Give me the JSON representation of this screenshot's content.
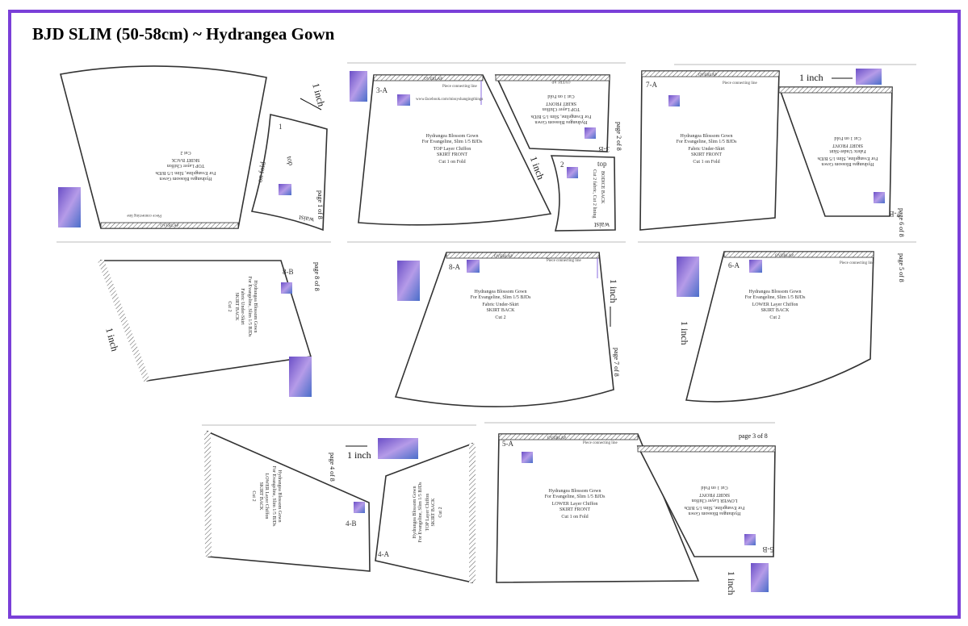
{
  "title": "BJD SLIM (50-58cm) ~ Hydrangea Gown",
  "common": {
    "gown": "Hydrangea Blossom Gown",
    "doll": "For Evangeline, Slim 1/5 BJDs",
    "overlap": "OVERLAP",
    "connect": "Piece connecting line",
    "inch": "1 inch",
    "fold": "on fold",
    "top": "top",
    "waist": "waist",
    "web": "www.facebook.com/missyshangingthings"
  },
  "pages": {
    "p1": "page 1 of 8",
    "p2": "page 2 of 8",
    "p3": "page 3 of 8",
    "p4": "page 4 of 8",
    "p5": "page 5 of 8",
    "p6": "page 6 of 8",
    "p7": "page 7 of 8",
    "p8": "page 8 of 8"
  },
  "pieces": {
    "a3": {
      "id": "3-A",
      "layer": "TOP Layer Chiffon",
      "part": "SKIRT FRONT",
      "cut": "Cut 1 on Fold"
    },
    "b3": {
      "id": "3-B",
      "layer": "TOP Layer Chiffon",
      "part": "SKIRT FRONT",
      "cut": "Cut 1 on Fold"
    },
    "p2": {
      "id": "2",
      "layer": "BODICE BACK",
      "cut": "Cut 2 fabric, Cut 2 lining"
    },
    "p1": {
      "id": "1",
      "layer": "TOP Layer Chiffon",
      "part": "SKIRT BACK",
      "cut": "Cut 2"
    },
    "a7": {
      "id": "7-A",
      "layer": "Fabric Under-Skirt",
      "part": "SKIRT FRONT",
      "cut": "Cut 1 on Fold"
    },
    "b7": {
      "id": "7-B",
      "layer": "Fabric Under-Skirt",
      "part": "SKIRT FRONT",
      "cut": "Cut 1 on Fold"
    },
    "a8": {
      "id": "8-B",
      "layer": "Fabric Under-Skirt",
      "part": "SKIRT BACK",
      "cut": "Cut 2"
    },
    "b8": {
      "id": "8-A",
      "layer": "Fabric Under-Skirt",
      "part": "SKIRT BACK",
      "cut": "Cut 2"
    },
    "a6": {
      "id": "6-A",
      "layer": "LOWER Layer Chiffon",
      "part": "SKIRT BACK",
      "cut": "Cut 2"
    },
    "a4": {
      "id": "4-B",
      "layer": "LOWER Layer Chiffon",
      "part": "SKIRT BACK",
      "cut": "Cut 2"
    },
    "b4": {
      "id": "4-A",
      "layer": "TOP Layer Chiffon",
      "part": "SKIRT BACK",
      "cut": "Cut 2"
    },
    "a5": {
      "id": "5-A",
      "layer": "LOWER Layer Chiffon",
      "part": "SKIRT FRONT",
      "cut": "Cut 1 on Fold"
    },
    "b5": {
      "id": "5-B",
      "layer": "LOWER Layer Chiffon",
      "part": "SKIRT FRONT",
      "cut": "Cut 1 on Fold"
    }
  },
  "colors": {
    "frame": "#7a3fd8",
    "hydrangea": "#8a6be0"
  }
}
